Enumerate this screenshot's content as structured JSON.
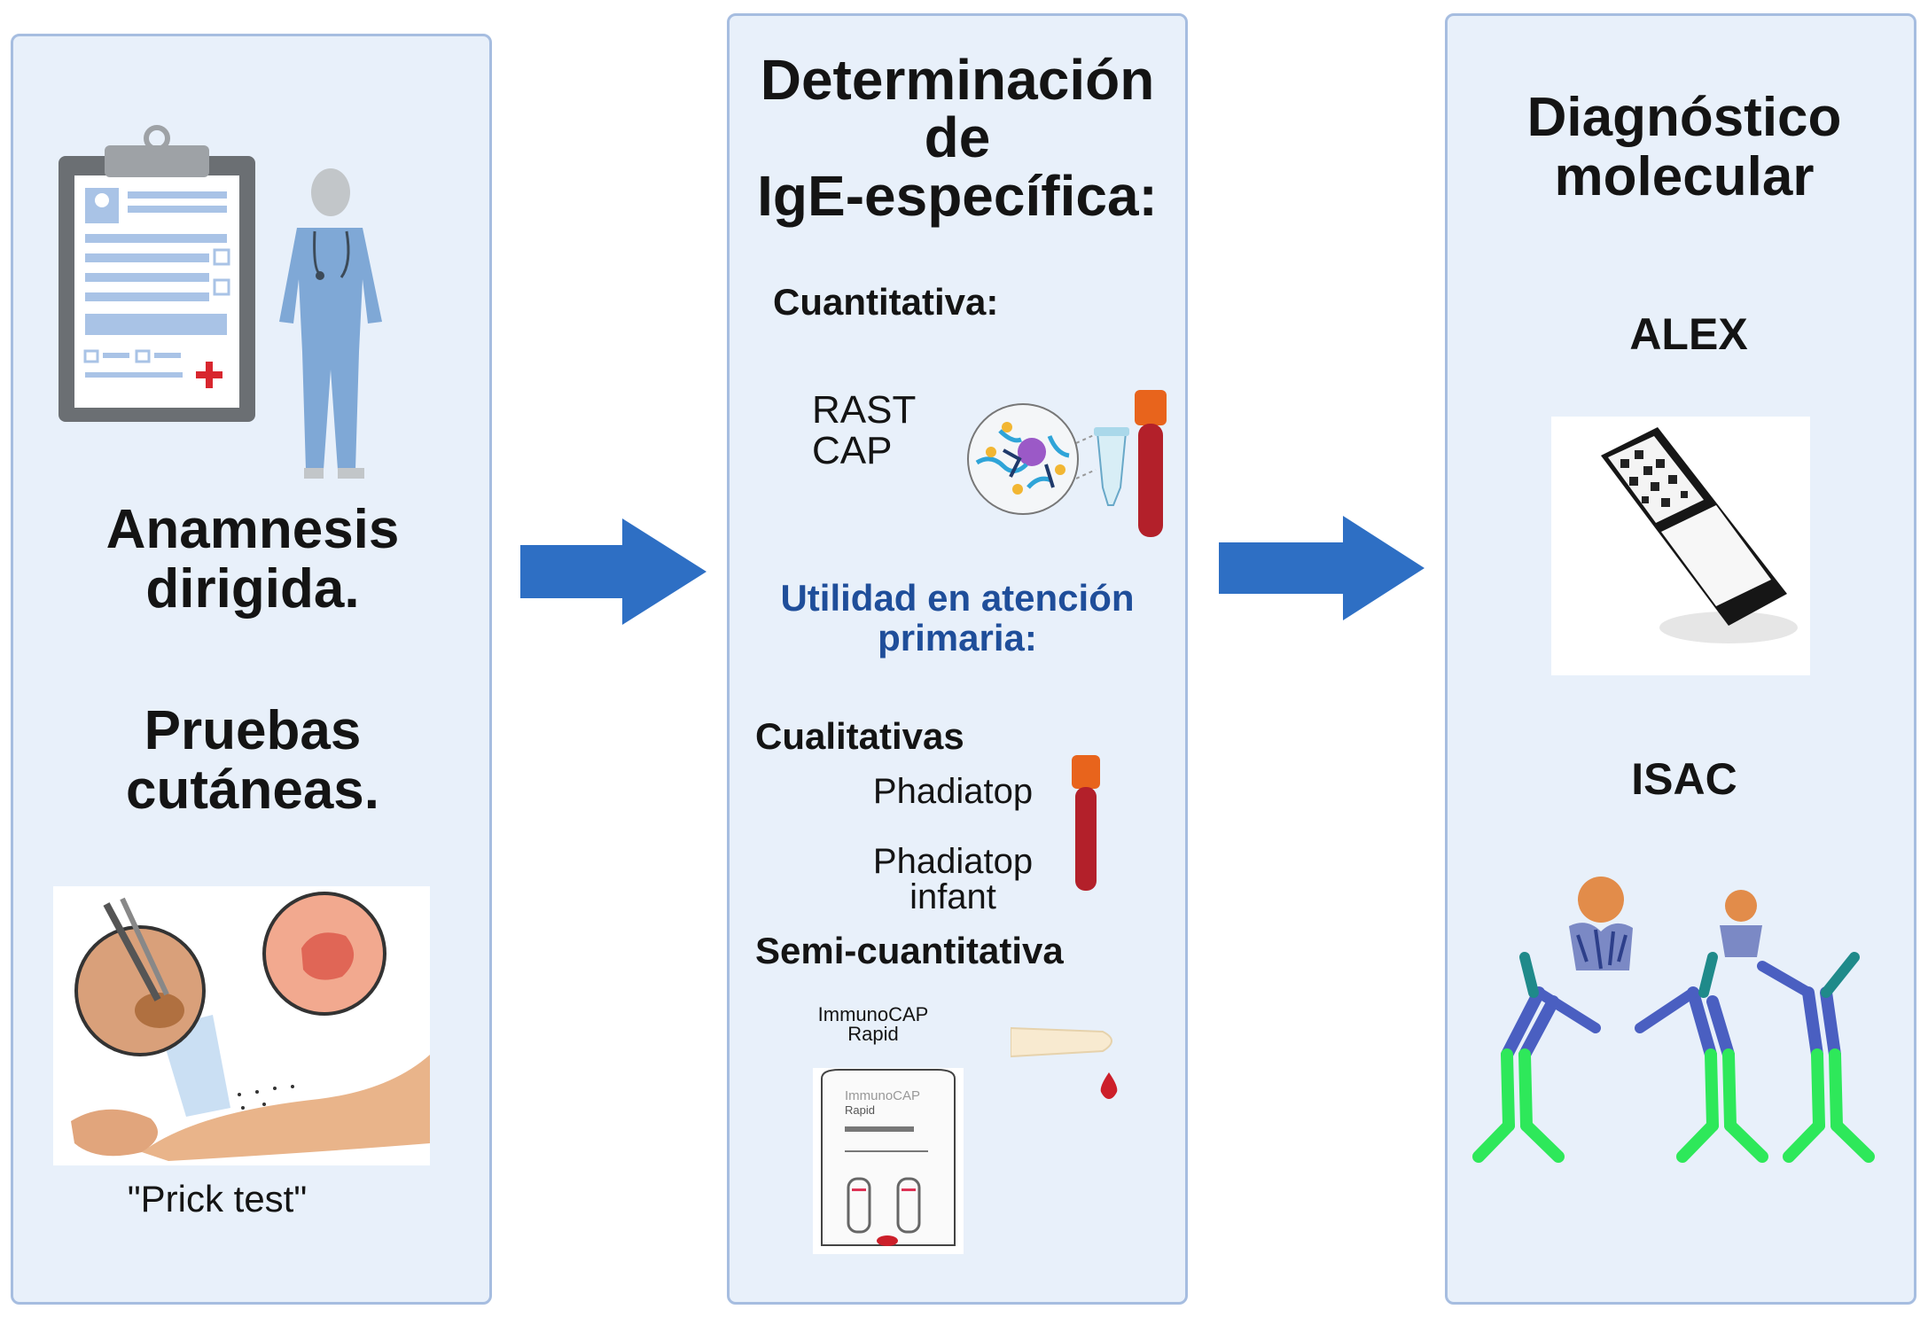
{
  "panel1": {
    "heading1": [
      "Anamnesis",
      "dirigida."
    ],
    "heading2": [
      "Pruebas",
      "cutáneas."
    ],
    "caption": "\"Prick test\""
  },
  "panel2": {
    "title": [
      "Determinación",
      "de",
      "IgE-específica:"
    ],
    "quant_label": "Cuantitativa:",
    "quant_methods": [
      "RAST",
      "CAP"
    ],
    "utility_title": [
      "Utilidad en atención",
      "primaria:"
    ],
    "qual_label": "Cualitativas",
    "qual_tests": [
      "Phadiatop",
      "Phadiatop",
      "infant"
    ],
    "semi_label": "Semi-cuantitativa",
    "rapid_label": [
      "ImmunoCAP",
      "Rapid"
    ],
    "device_text": [
      "ImmunoCAP",
      "Rapid"
    ]
  },
  "panel3": {
    "title": [
      "Diagnóstico",
      "molecular"
    ],
    "test1": "ALEX",
    "test2": "ISAC"
  },
  "colors": {
    "panel_bg": "#e8f0fa",
    "panel_border": "#a6bde0",
    "arrow": "#2e6fc4",
    "utility_text": "#1f4e9a",
    "blood_tube": "#b3202a",
    "tube_cap": "#e8641c",
    "antibody_top": "#4a5fc1",
    "antibody_base": "#2ee85a",
    "antibody_tip": "#1f8a8a"
  },
  "icons": [
    "clipboard-icon",
    "doctor-icon",
    "skin-prick-icon",
    "antibody-molecule-icon",
    "blood-tube-icon",
    "eppendorf-icon",
    "finger-lancet-icon",
    "blood-drop-icon",
    "test-device-icon",
    "alex-cartridge-icon",
    "antibody-icon",
    "allergen-protein-icon"
  ]
}
